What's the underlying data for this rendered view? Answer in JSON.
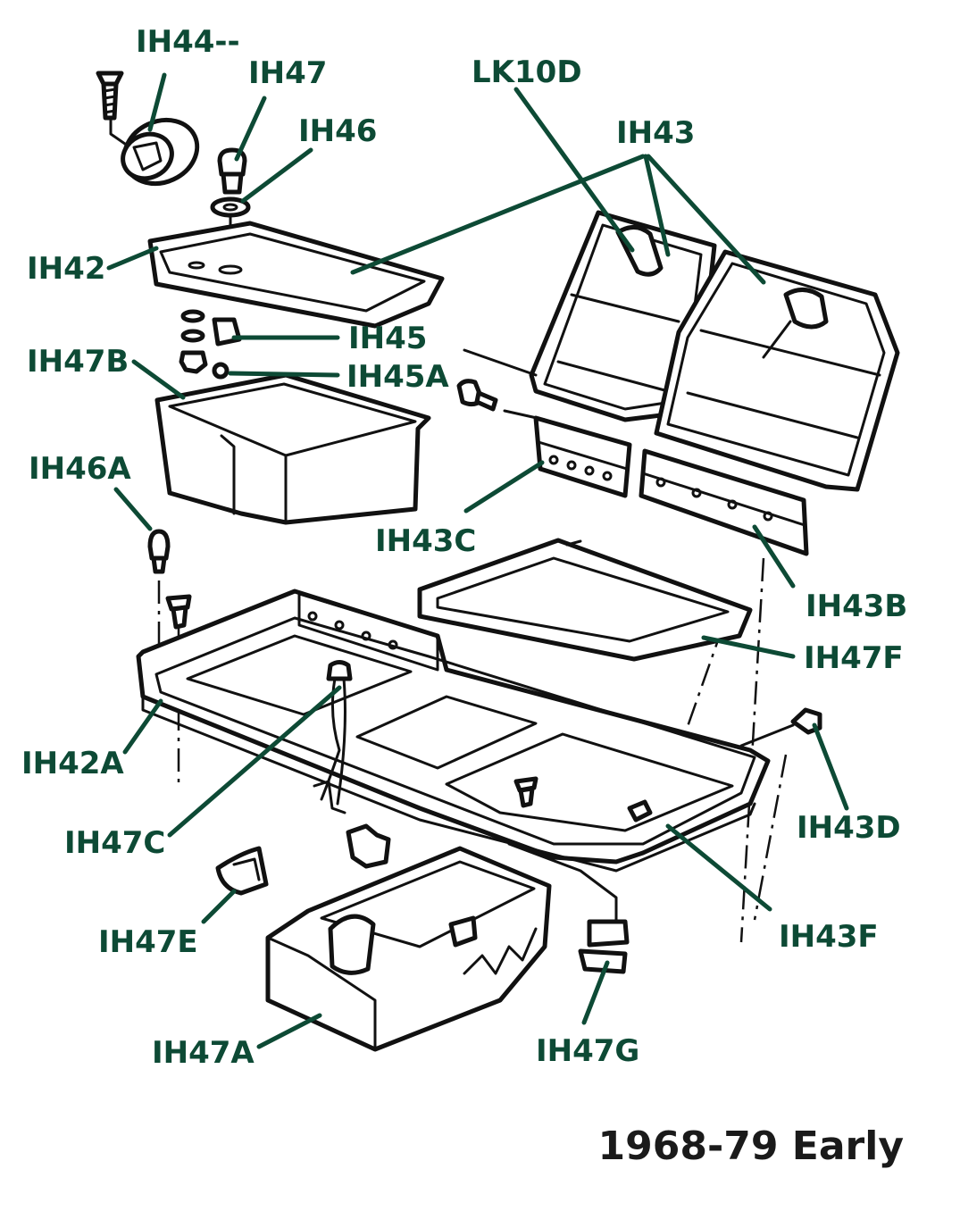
{
  "colors": {
    "label": "#0d4a35",
    "line_art": "#111111",
    "caption": "#1a1a1a",
    "background": "#ffffff"
  },
  "labels": {
    "ih44": "IH44--",
    "ih47": "IH47",
    "ih46": "IH46",
    "lk10d": "LK10D",
    "ih43": "IH43",
    "ih42": "IH42",
    "ih45": "IH45",
    "ih47b": "IH47B",
    "ih45a": "IH45A",
    "ih46a": "IH46A",
    "ih43c": "IH43C",
    "ih43b": "IH43B",
    "ih47f": "IH47F",
    "ih42a": "IH42A",
    "ih47c": "IH47C",
    "ih43d": "IH43D",
    "ih47e": "IH47E",
    "ih43f": "IH43F",
    "ih47a": "IH47A",
    "ih47g": "IH47G"
  },
  "caption": "1968-79 Early"
}
